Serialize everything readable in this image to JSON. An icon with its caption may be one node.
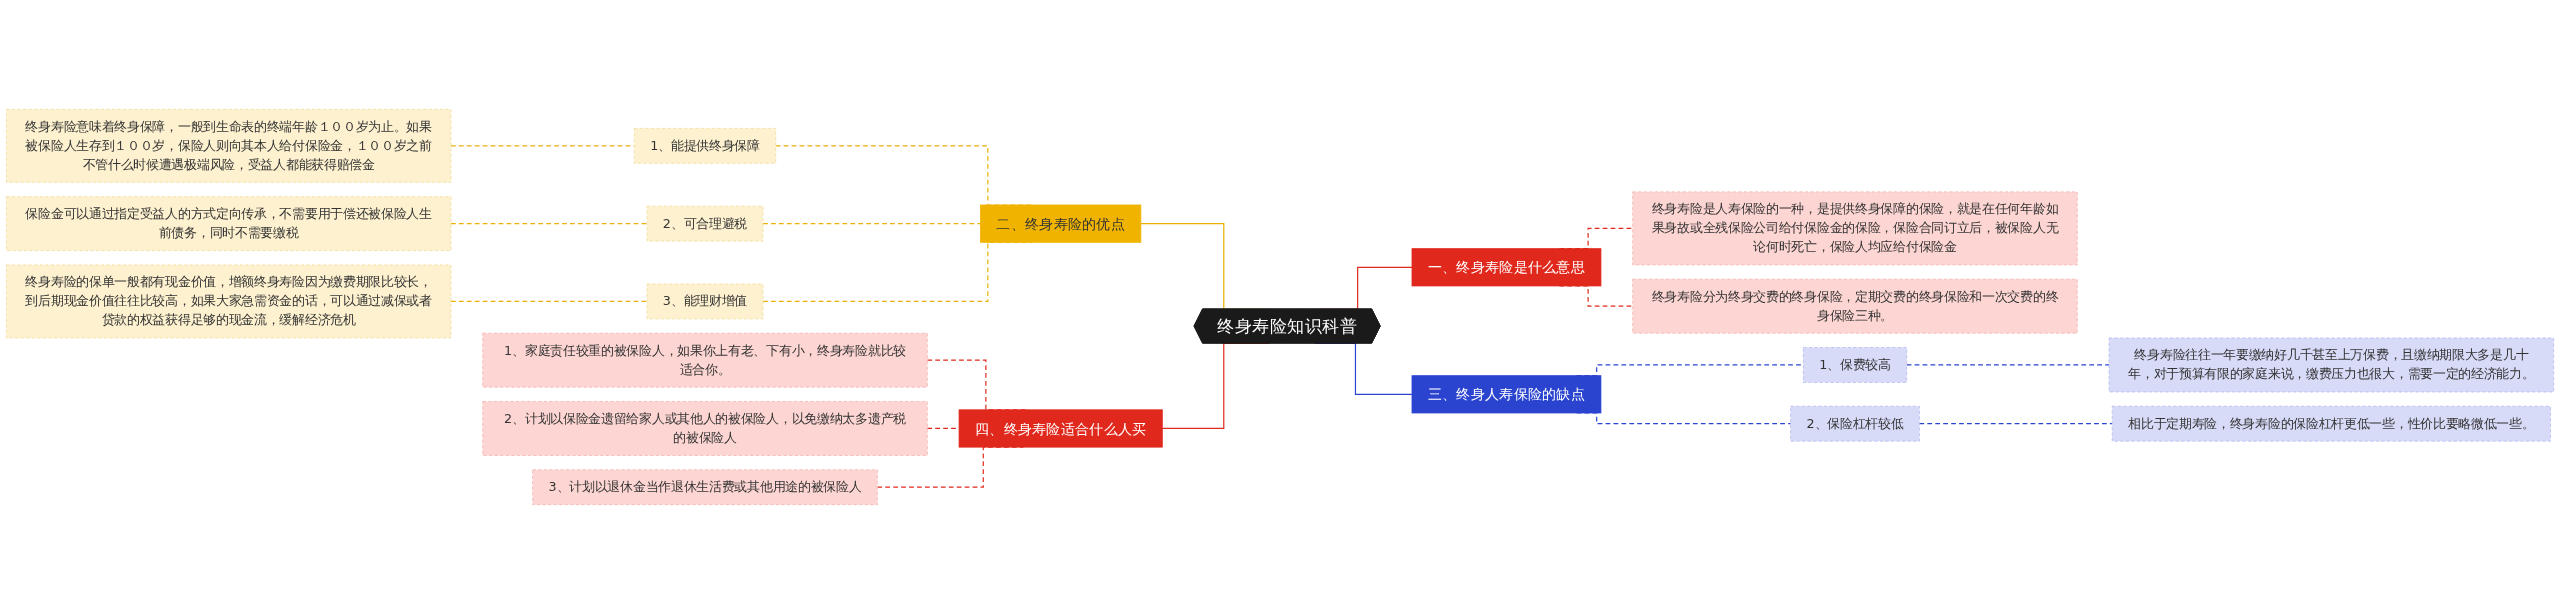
{
  "diagram": {
    "nodes": [
      {
        "text": [
          "终身寿险知识科普"
        ]
      },
      {
        "text": [
          "一、终身寿险是什么意思"
        ]
      },
      {
        "text": [
          "终身寿险是人寿保险的一种，是提供终身保障的保险，就是在任何年龄如果身故或全残保险公司给付保险金的保险，保险合同订立后，被保险人无论何时死亡，保险人均应给付保险金"
        ]
      },
      {
        "text": [
          "终身寿险分为终身交费的终身保险，定期交费的终身保险和一次交费的终身保险三种。"
        ]
      },
      {
        "text": [
          "三、终身人寿保险的缺点"
        ]
      },
      {
        "text": [
          "1、保费较高"
        ]
      },
      {
        "text": [
          "终身寿险往往一年要缴纳好几千甚至上万保费，且缴纳期限大多是几十年，对于预算有限的家庭来说，缴费压力也很大，需要一定的经济能力。"
        ]
      },
      {
        "text": [
          "2、保险杠杆较低"
        ]
      },
      {
        "text": [
          "相比于定期寿险，终身寿险的保险杠杆更低一些，性价比要略微低一些。"
        ]
      },
      {
        "text": [
          "二、终身寿险的优点"
        ]
      },
      {
        "text": [
          "1、能提供终身保障"
        ]
      },
      {
        "text": [
          "终身寿险意味着终身保障，一般到生命表的终端年龄１００岁为止。如果被保险人生存到１００岁，保险人则向其本人给付保险金，１００岁之前不管什么时候遭遇极端风险，受益人都能获得赔偿金"
        ]
      },
      {
        "text": [
          "2、可合理避税"
        ]
      },
      {
        "text": [
          "保险金可以通过指定受益人的方式定向传承，不需要用于偿还被保险人生前债务，同时不需要缴税"
        ]
      },
      {
        "text": [
          "3、能理财增值"
        ]
      },
      {
        "text": [
          "终身寿险的保单一般都有现金价值，增额终身寿险因为缴费期限比较长，到后期现金价值往往比较高，如果大家急需资金的话，可以通过减保或者贷款的权益获得足够的现金流，缓解经济危机"
        ]
      },
      {
        "text": [
          "四、终身寿险适合什么人买"
        ]
      },
      {
        "text": [
          "1、家庭责任较重的被保险人，如果你上有老、下有小，终身寿险就比较适合你。"
        ]
      },
      {
        "text": [
          "2、计划以保险金遗留给家人或其他人的被保险人，以免缴纳太多遗产税的被保险人"
        ]
      },
      {
        "text": [
          "3、计划以退休金当作退休生活费或其他用途的被保险人"
        ]
      }
    ],
    "edges": [
      {
        "from": 0,
        "to": 1,
        "arrow": "none",
        "color": "#e0281c"
      },
      {
        "from": 1,
        "to": 2,
        "arrow": "none",
        "style": "dashed",
        "color": "#e0281c"
      },
      {
        "from": 1,
        "to": 3,
        "arrow": "none",
        "style": "dashed",
        "color": "#e0281c"
      },
      {
        "from": 0,
        "to": 4,
        "arrow": "none",
        "color": "#2b44d0"
      },
      {
        "from": 4,
        "to": 5,
        "arrow": "none",
        "style": "dashed",
        "color": "#2b44d0"
      },
      {
        "from": 5,
        "to": 6,
        "arrow": "none",
        "style": "dashed",
        "color": "#2b44d0"
      },
      {
        "from": 4,
        "to": 7,
        "arrow": "none",
        "style": "dashed",
        "color": "#2b44d0"
      },
      {
        "from": 7,
        "to": 8,
        "arrow": "none",
        "style": "dashed",
        "color": "#2b44d0"
      },
      {
        "from": 9,
        "to": 0,
        "arrow": "none",
        "color": "#e8b000"
      },
      {
        "from": 10,
        "to": 9,
        "arrow": "none",
        "style": "dashed",
        "color": "#e8b000"
      },
      {
        "from": 11,
        "to": 10,
        "arrow": "none",
        "style": "dashed",
        "color": "#e8b000"
      },
      {
        "from": 12,
        "to": 9,
        "arrow": "none",
        "style": "dashed",
        "color": "#e8b000"
      },
      {
        "from": 13,
        "to": 12,
        "arrow": "none",
        "style": "dashed",
        "color": "#e8b000"
      },
      {
        "from": 14,
        "to": 9,
        "arrow": "none",
        "style": "dashed",
        "color": "#e8b000"
      },
      {
        "from": 15,
        "to": 14,
        "arrow": "none",
        "style": "dashed",
        "color": "#e8b000"
      },
      {
        "from": 16,
        "to": 0,
        "arrow": "none",
        "color": "#e0281c"
      },
      {
        "from": 17,
        "to": 16,
        "arrow": "none",
        "style": "dashed",
        "color": "#e0281c"
      },
      {
        "from": 18,
        "to": 16,
        "arrow": "none",
        "style": "dashed",
        "color": "#e0281c"
      },
      {
        "from": 19,
        "to": 16,
        "arrow": "none",
        "style": "dashed",
        "color": "#e0281c"
      }
    ]
  }
}
